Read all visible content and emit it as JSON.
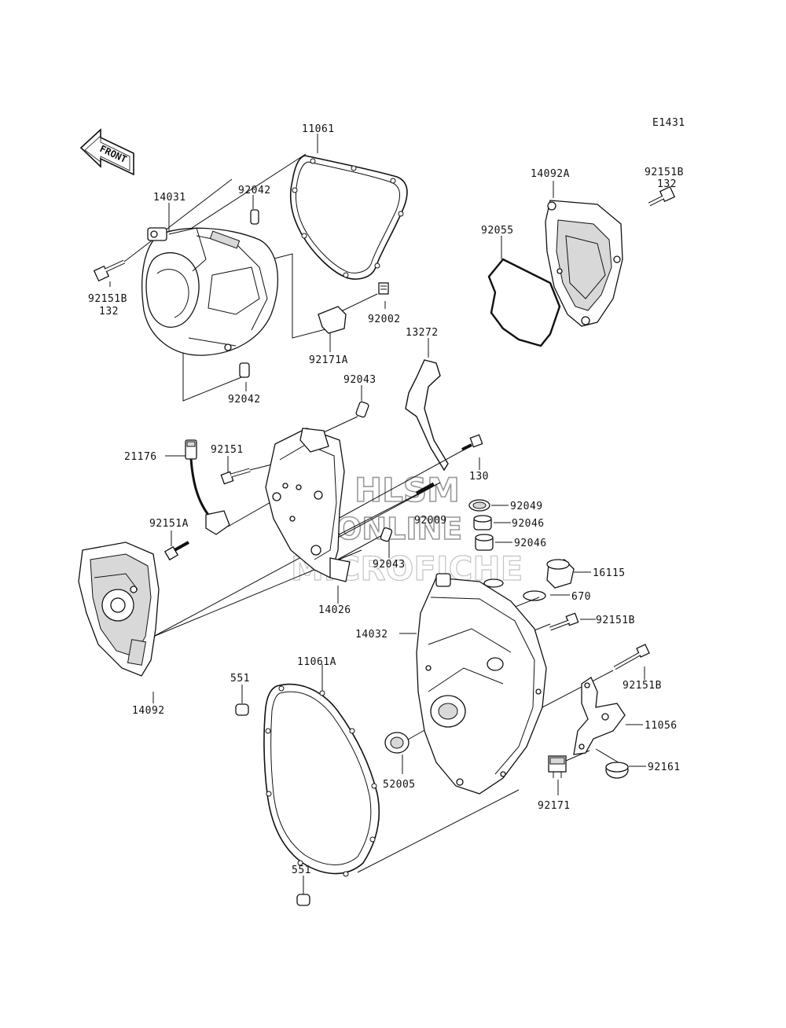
{
  "diagram_code": "E1431",
  "front_arrow": {
    "label": "FRONT",
    "icon": "front-arrow-icon"
  },
  "watermark": {
    "line1": "HLSM",
    "line2": "ONLINE",
    "line3": "MICROFICHE"
  },
  "labels": {
    "p11061": "11061",
    "p14092A": "14092A",
    "p92151B_top": "92151B",
    "p132_top": "132",
    "p14031": "14031",
    "p92042_top": "92042",
    "p92055": "92055",
    "p92151B_left": "92151B",
    "p132_left": "132",
    "p92002": "92002",
    "p92171A": "92171A",
    "p13272": "13272",
    "p92043_top": "92043",
    "p92042_bottom": "92042",
    "p21176": "21176",
    "p92151": "92151",
    "p130": "130",
    "p92049": "92049",
    "p92009": "92009",
    "p92046_a": "92046",
    "p92046_b": "92046",
    "p92151A": "92151A",
    "p92043_mid": "92043",
    "p16115": "16115",
    "p670": "670",
    "p14026": "14026",
    "p14032": "14032",
    "p92151B_r1": "92151B",
    "p92151B_r2": "92151B",
    "p551_top": "551",
    "p11061A": "11061A",
    "p14092": "14092",
    "p11056": "11056",
    "p52005": "52005",
    "p92161": "92161",
    "p92171": "92171",
    "p551_bottom": "551"
  }
}
